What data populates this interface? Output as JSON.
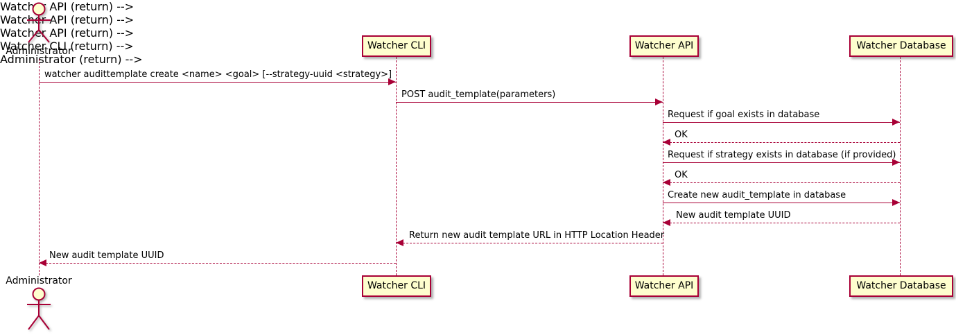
{
  "diagram_type": "uml-sequence",
  "colors": {
    "accent": "#A80036",
    "participant_fill": "#FEFECE",
    "text": "#000000",
    "background": "#FFFFFF"
  },
  "actor": {
    "label": "Administrator"
  },
  "participants": [
    {
      "label": "Watcher CLI"
    },
    {
      "label": "Watcher API"
    },
    {
      "label": "Watcher Database"
    }
  ],
  "messages": [
    {
      "from": "Administrator",
      "to": "Watcher CLI",
      "line": "solid",
      "direction": "right",
      "text": "watcher audittemplate create <name> <goal> [--strategy-uuid <strategy>]"
    },
    {
      "from": "Watcher CLI",
      "to": "Watcher API",
      "line": "solid",
      "direction": "right",
      "text": "POST audit_template(parameters)"
    },
    {
      "from": "Watcher API",
      "to": "Watcher Database",
      "line": "solid",
      "direction": "right",
      "text": "Request if goal exists in database"
    },
    {
      "from": "Watcher Database",
      "to": "Watcher API",
      "line": "dashed",
      "direction": "left",
      "text": "OK"
    },
    {
      "from": "Watcher API",
      "to": "Watcher Database",
      "line": "solid",
      "direction": "right",
      "text": "Request if strategy exists in database (if provided)"
    },
    {
      "from": "Watcher Database",
      "to": "Watcher API",
      "line": "dashed",
      "direction": "left",
      "text": "OK"
    },
    {
      "from": "Watcher API",
      "to": "Watcher Database",
      "line": "solid",
      "direction": "right",
      "text": "Create new audit_template in database"
    },
    {
      "from": "Watcher Database",
      "to": "Watcher API",
      "line": "dashed",
      "direction": "left",
      "text": "New audit template UUID"
    },
    {
      "from": "Watcher API",
      "to": "Watcher CLI",
      "line": "dashed",
      "direction": "left",
      "text": "Return new audit template URL in HTTP Location Header"
    },
    {
      "from": "Watcher CLI",
      "to": "Administrator",
      "line": "dashed",
      "direction": "left",
      "text": "New audit template UUID"
    }
  ]
}
